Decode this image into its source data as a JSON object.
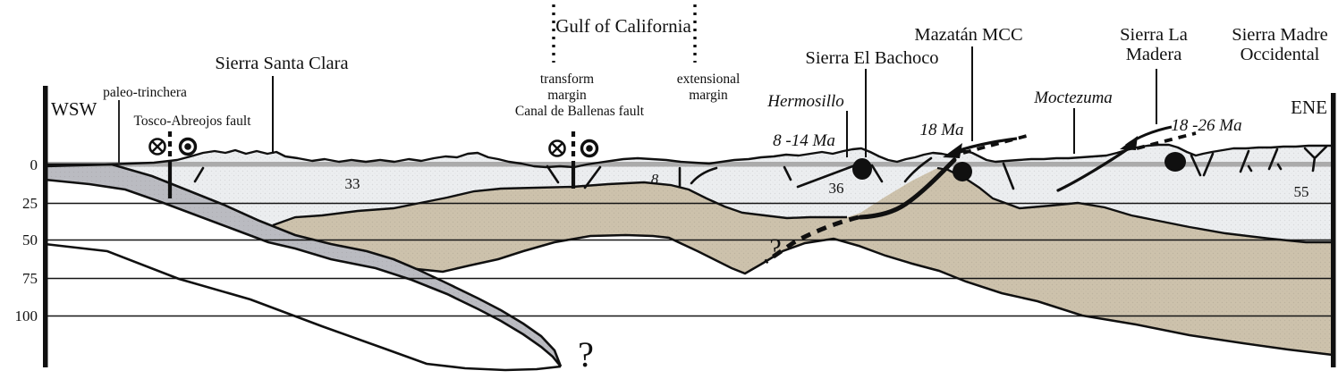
{
  "figure_type": "geological cross-section",
  "axis": {
    "left_direction": "WSW",
    "right_direction": "ENE",
    "depth_ticks": [
      "0",
      "25",
      "50",
      "75",
      "100"
    ]
  },
  "labels": {
    "paleo_trinchera": "paleo-trinchera",
    "tosco_abreojos_fault": "Tosco-Abreojos fault",
    "sierra_santa_clara": "Sierra Santa Clara",
    "gulf_of_california": "Gulf of California",
    "transform_margin": [
      "transform",
      "margin"
    ],
    "canal_de_ballenas_fault": "Canal de Ballenas fault",
    "extensional_margin": [
      "extensional",
      "margin"
    ],
    "hermosillo": "Hermosillo",
    "sierra_el_bachoco": "Sierra El Bachoco",
    "mazatan_mcc": "Mazatán MCC",
    "moctezuma": "Moctezuma",
    "sierra_la_madera": [
      "Sierra La",
      "Madera"
    ],
    "sierra_madre_occidental": [
      "Sierra Madre",
      "Occidental"
    ]
  },
  "ages": {
    "hermosillo_basin": "8 -14 Ma",
    "mazatan_mcc": "18 Ma",
    "sierra_la_madera": "18 -26 Ma"
  },
  "crustal_thickness_km": {
    "baja_california": "33",
    "gulf": "8",
    "sonora": "36",
    "sierra_madre_occidental": "55"
  },
  "question_marks": {
    "slab_tip": "?",
    "detachment_projection": "?"
  },
  "colors": {
    "upper_crust": "#eceef0",
    "lower_lithosphere": "#cdc2ac",
    "subducting_slab": "#babbc1",
    "sea_level_band": "#ababab",
    "ink": "#101010"
  }
}
